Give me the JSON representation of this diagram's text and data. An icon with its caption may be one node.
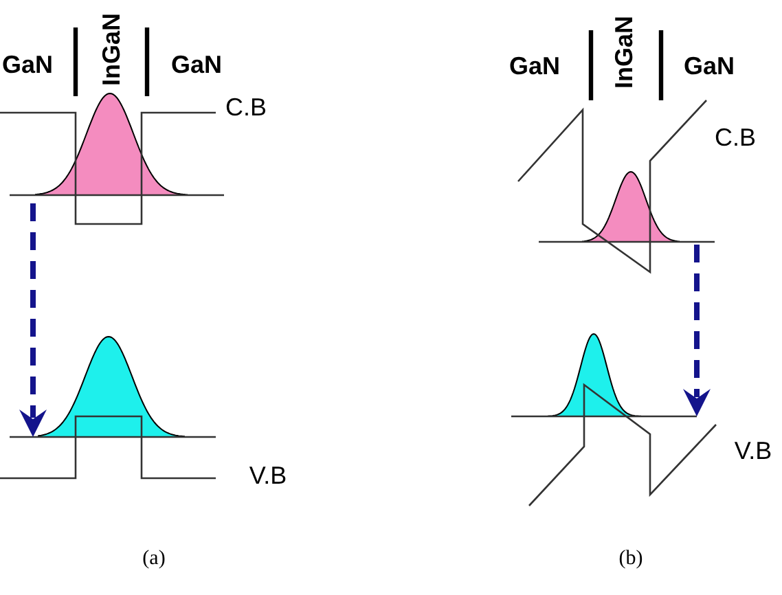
{
  "diagram": {
    "labels": [
      "GaN",
      "InGaN",
      "GaN",
      "GaN",
      "InGaN",
      "GaN",
      "C.B",
      "C.B",
      "V.B",
      "V.B",
      "(a)",
      "(b)"
    ]
  }
}
